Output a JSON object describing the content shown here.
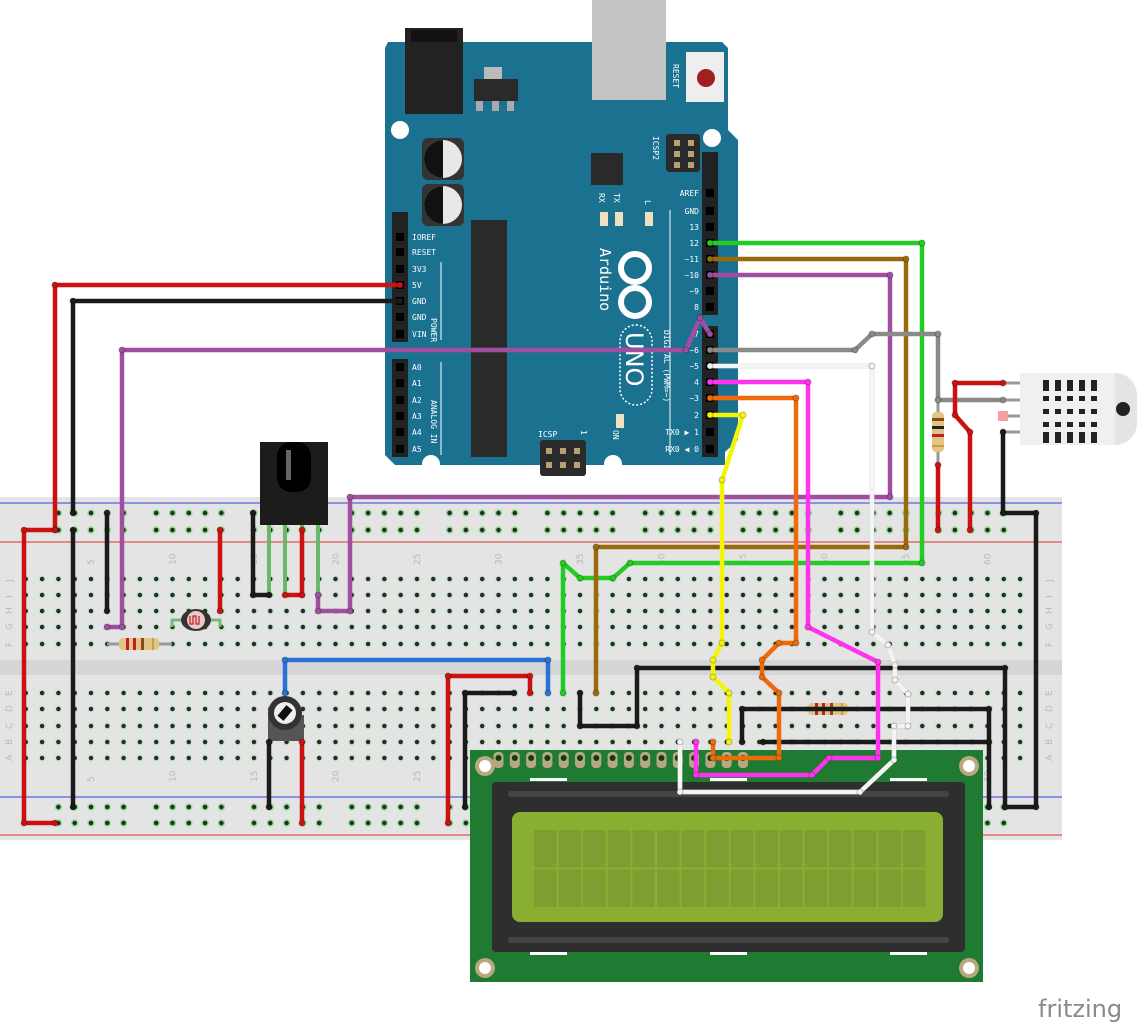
{
  "logo": "fritzing",
  "arduino": {
    "brand": "Arduino",
    "model": "UNO",
    "reset_label": "RESET",
    "icsp2_label": "ICSP2",
    "icsp_label": "ICSP",
    "icsp_pin1": "1",
    "rx_label": "RX",
    "tx_label": "TX",
    "l_label": "L",
    "on_label": "ON",
    "digital_label": "DIGITAL (PWM=~)",
    "power_label": "POWER",
    "analog_label": "ANALOG IN",
    "power_pins": [
      "IOREF",
      "RESET",
      "3V3",
      "5V",
      "GND",
      "GND",
      "VIN"
    ],
    "analog_pins": [
      "A0",
      "A1",
      "A2",
      "A3",
      "A4",
      "A5"
    ],
    "digital_pins_high": [
      "AREF",
      "GND",
      "13",
      "12",
      "~11",
      "~10",
      "~9",
      "8"
    ],
    "digital_pins_low": [
      "7",
      "~6",
      "~5",
      "4",
      "~3",
      "2",
      "TX0 ▶ 1",
      "RX0 ◀ 0"
    ]
  },
  "breadboard": {
    "rows_top": [
      "J",
      "I",
      "H",
      "G",
      "F"
    ],
    "rows_bottom": [
      "E",
      "D",
      "C",
      "B",
      "A"
    ],
    "column_labels": [
      "5",
      "10",
      "15",
      "20",
      "25",
      "30",
      "35",
      "40",
      "45",
      "50",
      "55",
      "60"
    ]
  },
  "wires": {
    "red": "#cc1111",
    "black": "#1a1a1a",
    "purple": "#a04fa0",
    "green": "#22cc22",
    "brown": "#9a6a0a",
    "gray": "#8a8a8a",
    "white": "#f4f4f4",
    "magenta": "#ff33ee",
    "orange": "#ee6a0a",
    "yellow": "#f4f40a",
    "blue": "#2a72d8"
  },
  "colors": {
    "arduino_board": "#1a7190",
    "lcd_pcb": "#1f7a32",
    "lcd_screen": "#8aae32",
    "breadboard": "#e4e4e4"
  }
}
